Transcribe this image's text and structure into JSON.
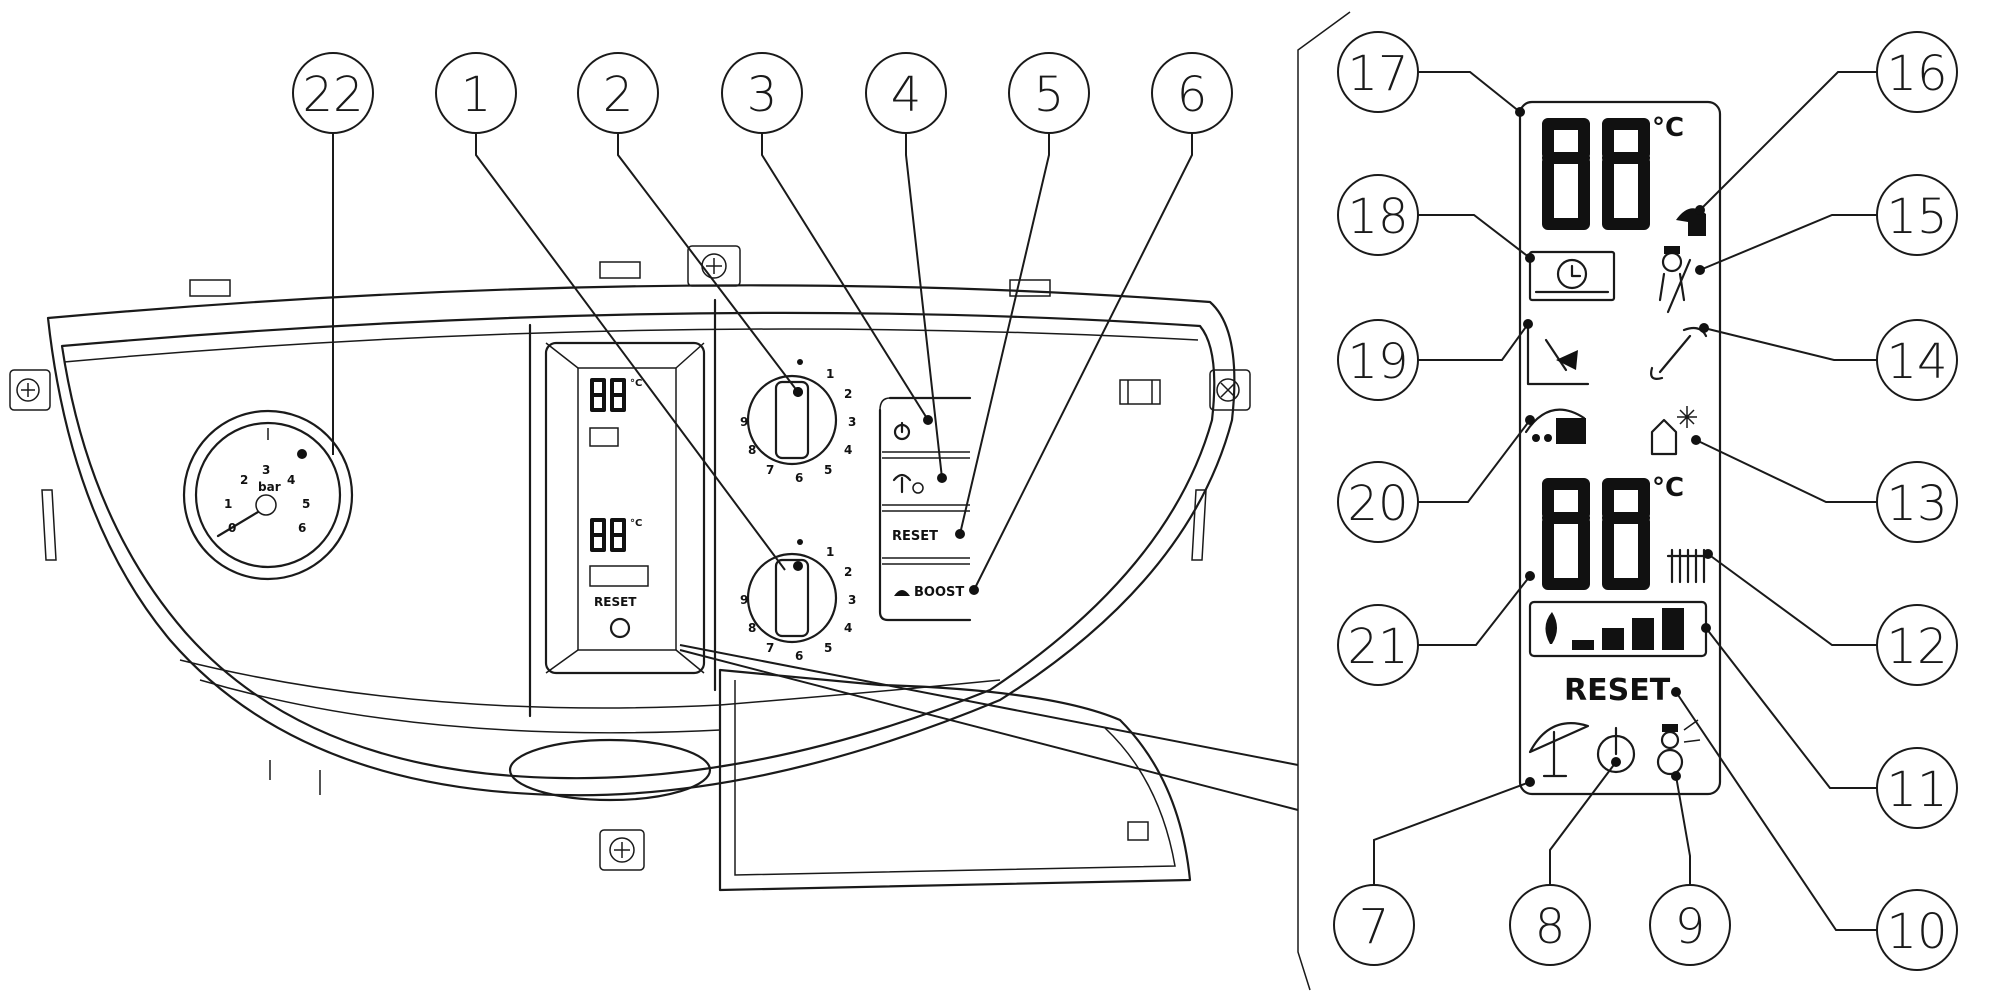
{
  "diagram": {
    "callouts": [
      {
        "id": "22",
        "label": "22"
      },
      {
        "id": "1",
        "label": "1"
      },
      {
        "id": "2",
        "label": "2"
      },
      {
        "id": "3",
        "label": "3"
      },
      {
        "id": "4",
        "label": "4"
      },
      {
        "id": "5",
        "label": "5"
      },
      {
        "id": "6",
        "label": "6"
      },
      {
        "id": "17",
        "label": "17"
      },
      {
        "id": "18",
        "label": "18"
      },
      {
        "id": "19",
        "label": "19"
      },
      {
        "id": "20",
        "label": "20"
      },
      {
        "id": "21",
        "label": "21"
      },
      {
        "id": "16",
        "label": "16"
      },
      {
        "id": "15",
        "label": "15"
      },
      {
        "id": "14",
        "label": "14"
      },
      {
        "id": "13",
        "label": "13"
      },
      {
        "id": "12",
        "label": "12"
      },
      {
        "id": "11",
        "label": "11"
      },
      {
        "id": "10",
        "label": "10"
      },
      {
        "id": "7",
        "label": "7"
      },
      {
        "id": "8",
        "label": "8"
      },
      {
        "id": "9",
        "label": "9"
      }
    ],
    "gauge": {
      "unit": "bar",
      "ticks": [
        "0",
        "1",
        "2",
        "3",
        "4",
        "5",
        "6"
      ]
    },
    "knob_ticks": [
      "1",
      "2",
      "3",
      "4",
      "5",
      "6",
      "7",
      "8",
      "9"
    ],
    "buttons": {
      "reset_label": "RESET",
      "boost_label": "BOOST"
    },
    "display": {
      "digits_top": "88",
      "digits_bottom": "88",
      "unit_top": "°C",
      "unit_bottom": "°C",
      "reset_text": "RESET"
    }
  }
}
